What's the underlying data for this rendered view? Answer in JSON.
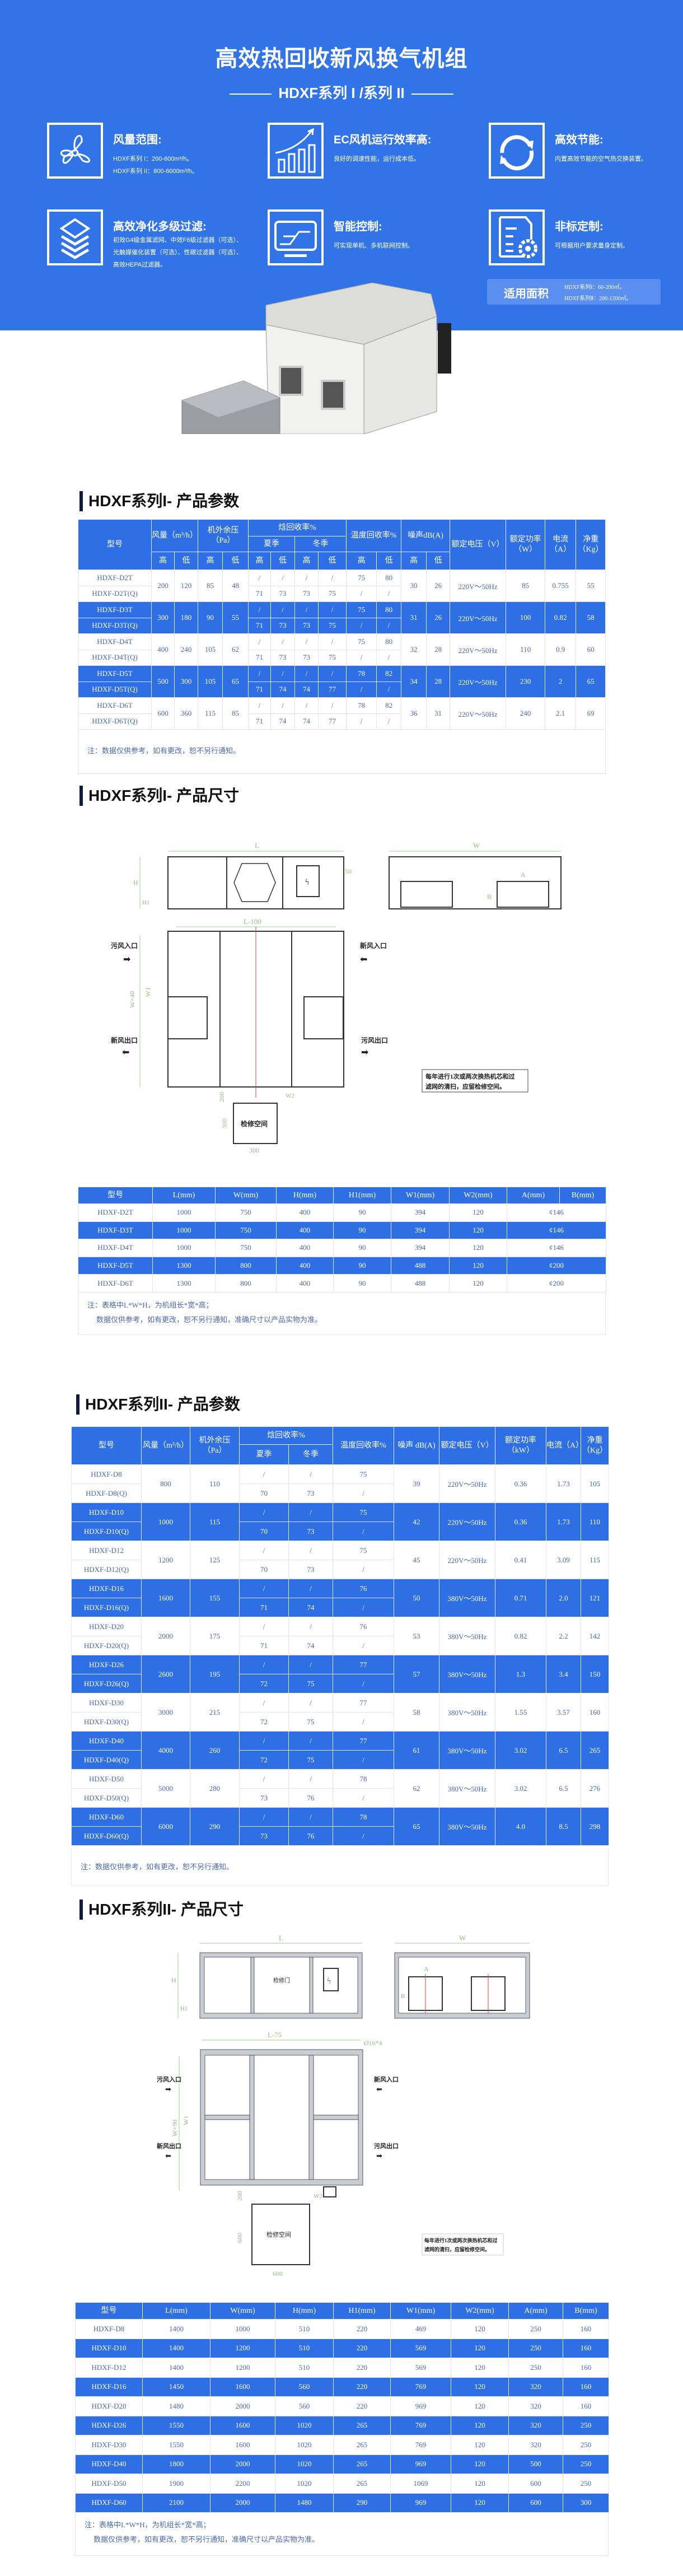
{
  "hero": {
    "title": "高效热回收新风换气机组",
    "subtitle": "HDXF系列 I /系列 II",
    "features": [
      {
        "icon": "fan-icon",
        "title": "风量范围:",
        "lines": [
          "HDXF系列 I：200-600m³/h。",
          "HDXF系列 II：800-6000m³/h。"
        ]
      },
      {
        "icon": "growth-chart-icon",
        "title": "EC风机运行效率高:",
        "lines": [
          "良好的调速性能，运行成本低。"
        ]
      },
      {
        "icon": "refresh-cycle-icon",
        "title": "高效节能:",
        "lines": [
          "内置高效节能的空气热交换装置。"
        ]
      },
      {
        "icon": "layers-filter-icon",
        "title": "高效净化多级过滤:",
        "lines": [
          "初效G4级金属滤网、中效F6级过滤器（可选）、",
          "光触媒催化装置（可选）、性碳过滤器（可选）、",
          "高效HEPA过滤器。"
        ]
      },
      {
        "icon": "monitor-control-icon",
        "title": "智能控制:",
        "lines": [
          "可实现单机、多机联网控制。"
        ]
      },
      {
        "icon": "document-gear-icon",
        "title": "非标定制:",
        "lines": [
          "可根据用户要求量身定制。"
        ]
      }
    ],
    "area": {
      "label": "适用面积",
      "lines": [
        "HDXF系列Ⅰ：60-200㎡。",
        "HDXF系列Ⅱ：200-1200㎡。"
      ]
    },
    "colors": {
      "brand_blue": "#3174e8"
    }
  },
  "series1_params": {
    "title": "HDXF系列I- 产品参数",
    "headers": {
      "model": "型号",
      "airflow": "风量（m³/h）",
      "pressure": "机外余压（Pa）",
      "enthalpy": "焓回收率%",
      "summer": "夏季",
      "winter": "冬季",
      "temp": "温度回收率%",
      "noise": "噪声dB(A)",
      "voltage": "额定电压（V）",
      "power": "额定功率（W）",
      "current": "电流（A）",
      "weight": "净重（Kg）",
      "high": "高",
      "low": "低"
    },
    "groups": [
      {
        "models": [
          "HDXF-D2T",
          "HDXF-D2T(Q)"
        ],
        "airflow": [
          "200",
          "120"
        ],
        "pressure": [
          "85",
          "48"
        ],
        "enthalpy": [
          [
            "/",
            "/",
            "/",
            "/"
          ],
          [
            "71",
            "73",
            "73",
            "75"
          ]
        ],
        "temp": [
          [
            "75",
            "80"
          ],
          [
            "/",
            "/"
          ]
        ],
        "noise": [
          "30",
          "26"
        ],
        "voltage": "220V～50Hz",
        "power": "85",
        "current": "0.755",
        "weight": "55"
      },
      {
        "models": [
          "HDXF-D3T",
          "HDXF-D3T(Q)"
        ],
        "airflow": [
          "300",
          "180"
        ],
        "pressure": [
          "90",
          "55"
        ],
        "enthalpy": [
          [
            "/",
            "/",
            "/",
            "/"
          ],
          [
            "71",
            "73",
            "73",
            "75"
          ]
        ],
        "temp": [
          [
            "75",
            "80"
          ],
          [
            "/",
            "/"
          ]
        ],
        "noise": [
          "31",
          "26"
        ],
        "voltage": "220V～50Hz",
        "power": "100",
        "current": "0.82",
        "weight": "58"
      },
      {
        "models": [
          "HDXF-D4T",
          "HDXF-D4T(Q)"
        ],
        "airflow": [
          "400",
          "240"
        ],
        "pressure": [
          "105",
          "62"
        ],
        "enthalpy": [
          [
            "/",
            "/",
            "/",
            "/"
          ],
          [
            "71",
            "73",
            "73",
            "75"
          ]
        ],
        "temp": [
          [
            "75",
            "80"
          ],
          [
            "/",
            "/"
          ]
        ],
        "noise": [
          "32",
          "28"
        ],
        "voltage": "220V～50Hz",
        "power": "110",
        "current": "0.9",
        "weight": "60"
      },
      {
        "models": [
          "HDXF-D5T",
          "HDXF-D5T(Q)"
        ],
        "airflow": [
          "500",
          "300"
        ],
        "pressure": [
          "105",
          "65"
        ],
        "enthalpy": [
          [
            "/",
            "/",
            "/",
            "/"
          ],
          [
            "71",
            "74",
            "74",
            "77"
          ]
        ],
        "temp": [
          [
            "78",
            "82"
          ],
          [
            "/",
            "/"
          ]
        ],
        "noise": [
          "34",
          "28"
        ],
        "voltage": "220V～50Hz",
        "power": "230",
        "current": "2",
        "weight": "65"
      },
      {
        "models": [
          "HDXF-D6T",
          "HDXF-D6T(Q)"
        ],
        "airflow": [
          "600",
          "360"
        ],
        "pressure": [
          "115",
          "85"
        ],
        "enthalpy": [
          [
            "/",
            "/",
            "/",
            "/"
          ],
          [
            "71",
            "74",
            "74",
            "77"
          ]
        ],
        "temp": [
          [
            "78",
            "82"
          ],
          [
            "/",
            "/"
          ]
        ],
        "noise": [
          "36",
          "31"
        ],
        "voltage": "220V～50Hz",
        "power": "240",
        "current": "2.1",
        "weight": "69"
      }
    ],
    "note": "注：数据仅供参考，如有更改，恕不另行通知。"
  },
  "series1_dims": {
    "title": "HDXF系列I- 产品尺寸",
    "drawing": {
      "L": "L",
      "W": "W",
      "H": "H",
      "H1": "H1",
      "fifty": "50",
      "A": "A",
      "B": "B",
      "L100": "L-100",
      "W40": "W+40",
      "W1": "W1",
      "W2": "W2",
      "d200": "200",
      "d300a": "300",
      "d300b": "300",
      "dirty_in": "污风入口",
      "fresh_in": "新风入口",
      "fresh_out": "新风出口",
      "dirty_out": "污风出口",
      "service": "检修空间",
      "note1": "每年进行1次或两次换热机芯和过",
      "note2": "滤网的清扫，应留检修空间。"
    },
    "headers": [
      "型号",
      "L(mm)",
      "W(mm)",
      "H(mm)",
      "H1(mm)",
      "W1(mm)",
      "W2(mm)",
      "A(mm)",
      "B(mm)"
    ],
    "rows": [
      [
        "HDXF-D2T",
        "1000",
        "750",
        "400",
        "90",
        "394",
        "120",
        "¢146"
      ],
      [
        "HDXF-D3T",
        "1000",
        "750",
        "400",
        "90",
        "394",
        "120",
        "¢146"
      ],
      [
        "HDXF-D4T",
        "1000",
        "750",
        "400",
        "90",
        "394",
        "120",
        "¢146"
      ],
      [
        "HDXF-D5T",
        "1300",
        "800",
        "400",
        "90",
        "488",
        "120",
        "¢200"
      ],
      [
        "HDXF-D6T",
        "1300",
        "800",
        "400",
        "90",
        "488",
        "120",
        "¢200"
      ]
    ],
    "note": [
      "注：表格中L*W*H，为机组长*宽*高；",
      "数据仅供参考，如有更改，恕不另行通知，准确尺寸以产品实物为准。"
    ]
  },
  "series2_params": {
    "title": "HDXF系列II- 产品参数",
    "headers": {
      "model": "型号",
      "airflow": "风量（m³/h）",
      "pressure": "机外余压（Pa）",
      "enthalpy": "焓回收率%",
      "summer": "夏季",
      "winter": "冬季",
      "temp": "温度回收率%",
      "noise": "噪声 dB(A)",
      "voltage": "额定电压（V）",
      "power": "额定功率（kW）",
      "current": "电流（A）",
      "weight": "净重（Kg）"
    },
    "groups": [
      {
        "models": [
          "HDXF-D8",
          "HDXF-D8(Q)"
        ],
        "airflow": "800",
        "pressure": "110",
        "enthalpy": [
          [
            "/",
            "/"
          ],
          [
            "70",
            "73"
          ]
        ],
        "temp": [
          "75",
          "/"
        ],
        "noise": "39",
        "voltage": "220V～50Hz",
        "power": "0.36",
        "current": "1.73",
        "weight": "105"
      },
      {
        "models": [
          "HDXF-D10",
          "HDXF-D10(Q)"
        ],
        "airflow": "1000",
        "pressure": "115",
        "enthalpy": [
          [
            "/",
            "/"
          ],
          [
            "70",
            "73"
          ]
        ],
        "temp": [
          "75",
          "/"
        ],
        "noise": "42",
        "voltage": "220V～50Hz",
        "power": "0.36",
        "current": "1.73",
        "weight": "110"
      },
      {
        "models": [
          "HDXF-D12",
          "HDXF-D12(Q)"
        ],
        "airflow": "1200",
        "pressure": "125",
        "enthalpy": [
          [
            "/",
            "/"
          ],
          [
            "70",
            "73"
          ]
        ],
        "temp": [
          "75",
          "/"
        ],
        "noise": "45",
        "voltage": "220V～50Hz",
        "power": "0.41",
        "current": "3.09",
        "weight": "115"
      },
      {
        "models": [
          "HDXF-D16",
          "HDXF-D16(Q)"
        ],
        "airflow": "1600",
        "pressure": "155",
        "enthalpy": [
          [
            "/",
            "/"
          ],
          [
            "71",
            "74"
          ]
        ],
        "temp": [
          "76",
          "/"
        ],
        "noise": "50",
        "voltage": "380V～50Hz",
        "power": "0.71",
        "current": "2.0",
        "weight": "121"
      },
      {
        "models": [
          "HDXF-D20",
          "HDXF-D20(Q)"
        ],
        "airflow": "2000",
        "pressure": "175",
        "enthalpy": [
          [
            "/",
            "/"
          ],
          [
            "71",
            "74"
          ]
        ],
        "temp": [
          "76",
          "/"
        ],
        "noise": "53",
        "voltage": "380V～50Hz",
        "power": "0.82",
        "current": "2.2",
        "weight": "142"
      },
      {
        "models": [
          "HDXF-D26",
          "HDXF-D26(Q)"
        ],
        "airflow": "2600",
        "pressure": "195",
        "enthalpy": [
          [
            "/",
            "/"
          ],
          [
            "72",
            "75"
          ]
        ],
        "temp": [
          "77",
          "/"
        ],
        "noise": "57",
        "voltage": "380V～50Hz",
        "power": "1.3",
        "current": "3.4",
        "weight": "150"
      },
      {
        "models": [
          "HDXF-D30",
          "HDXF-D30(Q)"
        ],
        "airflow": "3000",
        "pressure": "215",
        "enthalpy": [
          [
            "/",
            "/"
          ],
          [
            "72",
            "75"
          ]
        ],
        "temp": [
          "77",
          "/"
        ],
        "noise": "58",
        "voltage": "380V～50Hz",
        "power": "1.55",
        "current": "3.57",
        "weight": "160"
      },
      {
        "models": [
          "HDXF-D40",
          "HDXF-D40(Q)"
        ],
        "airflow": "4000",
        "pressure": "260",
        "enthalpy": [
          [
            "/",
            "/"
          ],
          [
            "72",
            "75"
          ]
        ],
        "temp": [
          "77",
          "/"
        ],
        "noise": "61",
        "voltage": "380V～50Hz",
        "power": "3.02",
        "current": "6.5",
        "weight": "265"
      },
      {
        "models": [
          "HDXF-D50",
          "HDXF-D50(Q)"
        ],
        "airflow": "5000",
        "pressure": "280",
        "enthalpy": [
          [
            "/",
            "/"
          ],
          [
            "73",
            "76"
          ]
        ],
        "temp": [
          "78",
          "/"
        ],
        "noise": "62",
        "voltage": "380V～50Hz",
        "power": "3.02",
        "current": "6.5",
        "weight": "276"
      },
      {
        "models": [
          "HDXF-D60",
          "HDXF-D60(Q)"
        ],
        "airflow": "6000",
        "pressure": "290",
        "enthalpy": [
          [
            "/",
            "/"
          ],
          [
            "73",
            "76"
          ]
        ],
        "temp": [
          "78",
          "/"
        ],
        "noise": "65",
        "voltage": "380V～50Hz",
        "power": "4.0",
        "current": "8.5",
        "weight": "298"
      }
    ],
    "note": "注：数据仅供参考，如有更改，恕不另行通知。"
  },
  "series2_dims": {
    "title": "HDXF系列II- 产品尺寸",
    "drawing": {
      "L": "L",
      "W": "W",
      "H": "H",
      "H1": "H1",
      "A": "A",
      "B": "B",
      "door": "检修门",
      "L75": "L-75",
      "bolt": "Ø16*4",
      "W90": "W+90",
      "W1": "W1",
      "W2": "W2",
      "d200": "200",
      "d600a": "600",
      "d600b": "600",
      "dirty_in": "污风入口",
      "fresh_in": "新风入口",
      "fresh_out": "新风出口",
      "dirty_out": "污风出口",
      "service": "检修空间",
      "note1": "每年进行1次或两次换热机芯和过",
      "note2": "滤网的清扫，应留检修空间。"
    },
    "headers": [
      "型号",
      "L(mm)",
      "W(mm)",
      "H(mm)",
      "H1(mm)",
      "W1(mm)",
      "W2(mm)",
      "A(mm)",
      "B(mm)"
    ],
    "rows": [
      [
        "HDXF-D8",
        "1400",
        "1000",
        "510",
        "220",
        "469",
        "120",
        "250",
        "160"
      ],
      [
        "HDXF-D10",
        "1400",
        "1200",
        "510",
        "220",
        "569",
        "120",
        "250",
        "160"
      ],
      [
        "HDXF-D12",
        "1400",
        "1200",
        "510",
        "220",
        "569",
        "120",
        "250",
        "160"
      ],
      [
        "HDXF-D16",
        "1450",
        "1600",
        "560",
        "220",
        "769",
        "120",
        "320",
        "160"
      ],
      [
        "HDXF-D20",
        "1480",
        "2000",
        "560",
        "220",
        "969",
        "120",
        "320",
        "160"
      ],
      [
        "HDXF-D26",
        "1550",
        "1600",
        "1020",
        "265",
        "769",
        "120",
        "320",
        "250"
      ],
      [
        "HDXF-D30",
        "1550",
        "1600",
        "1020",
        "265",
        "769",
        "120",
        "320",
        "250"
      ],
      [
        "HDXF-D40",
        "1800",
        "2000",
        "1020",
        "265",
        "969",
        "120",
        "500",
        "250"
      ],
      [
        "HDXF-D50",
        "1900",
        "2200",
        "1020",
        "265",
        "1069",
        "120",
        "600",
        "250"
      ],
      [
        "HDXF-D60",
        "2100",
        "2000",
        "1480",
        "290",
        "969",
        "120",
        "600",
        "300"
      ]
    ],
    "note": [
      "注：表格中L*W*H，为机组长*宽*高；",
      "数据仅供参考，如有更改，恕不另行通知，准确尺寸以产品实物为准。"
    ]
  }
}
